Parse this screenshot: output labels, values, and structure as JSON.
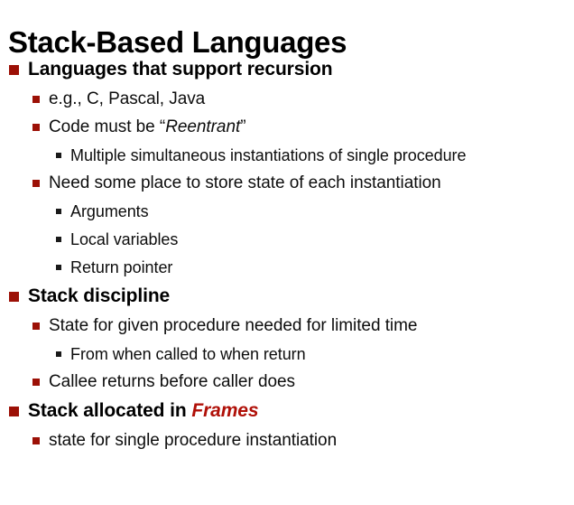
{
  "slide": {
    "title": "Stack-Based Languages",
    "theme": {
      "background": "#FFFFFF",
      "text_color": "#000000",
      "bullet_accent": "#9C1006",
      "bullet_level3": "#1A1A1A",
      "emphasis_accent": "#B01008"
    },
    "bullets": [
      {
        "level": 1,
        "text": "Languages that support recursion"
      },
      {
        "level": 2,
        "text": "e.g., C, Pascal, Java"
      },
      {
        "level": 2,
        "text": "Code must be “Reentrant”",
        "runs": [
          {
            "text": "Code must be “",
            "style": "plain"
          },
          {
            "text": "Reentrant",
            "style": "italic"
          },
          {
            "text": "”",
            "style": "plain"
          }
        ]
      },
      {
        "level": 3,
        "text": "Multiple simultaneous instantiations of single procedure"
      },
      {
        "level": 2,
        "text": "Need some place to store state of each instantiation"
      },
      {
        "level": 3,
        "text": "Arguments"
      },
      {
        "level": 3,
        "text": "Local variables"
      },
      {
        "level": 3,
        "text": "Return pointer"
      },
      {
        "level": 1,
        "text": "Stack discipline"
      },
      {
        "level": 2,
        "text": "State for given procedure needed for limited time"
      },
      {
        "level": 3,
        "text": "From when called to when return"
      },
      {
        "level": 2,
        "text": "Callee returns before caller does"
      },
      {
        "level": 1,
        "text": "Stack allocated in Frames",
        "runs": [
          {
            "text": "Stack allocated in ",
            "style": "plain"
          },
          {
            "text": "Frames",
            "style": "accent-bold-italic"
          }
        ]
      },
      {
        "level": 2,
        "text": "state for single procedure instantiation"
      }
    ]
  }
}
